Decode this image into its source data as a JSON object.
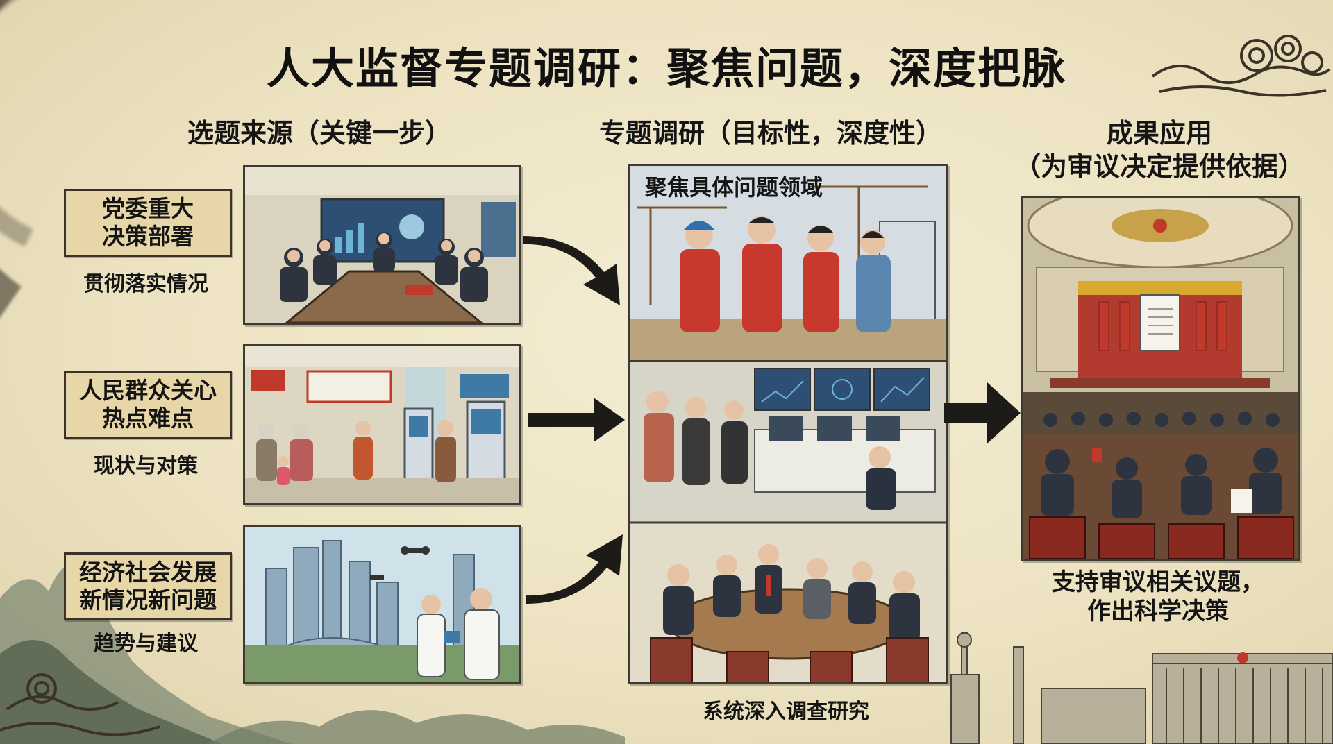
{
  "title": "人大监督专题调研：聚焦问题，深度把脉",
  "columns": {
    "left": {
      "heading": "选题来源（关键一步）",
      "items": [
        {
          "box_line1": "党委重大",
          "box_line2": "决策部署",
          "subtitle": "贯彻落实情况"
        },
        {
          "box_line1": "人民群众关心",
          "box_line2": "热点难点",
          "subtitle": "现状与对策"
        },
        {
          "box_line1": "经济社会发展",
          "box_line2": "新情况新问题",
          "subtitle": "趋势与建议"
        }
      ]
    },
    "middle": {
      "heading": "专题调研（目标性，深度性）",
      "panel_caption": "聚焦具体问题领域",
      "footer": "系统深入调查研究"
    },
    "right": {
      "heading_line1": "成果应用",
      "heading_line2": "（为审议决定提供依据）",
      "footer_line1": "支持审议相关议题，",
      "footer_line2": "作出科学决策"
    }
  },
  "colors": {
    "paper": "#efe6c8",
    "label_box": "#e7d6a8",
    "ink": "#141414",
    "accent_red": "#c0392b"
  }
}
